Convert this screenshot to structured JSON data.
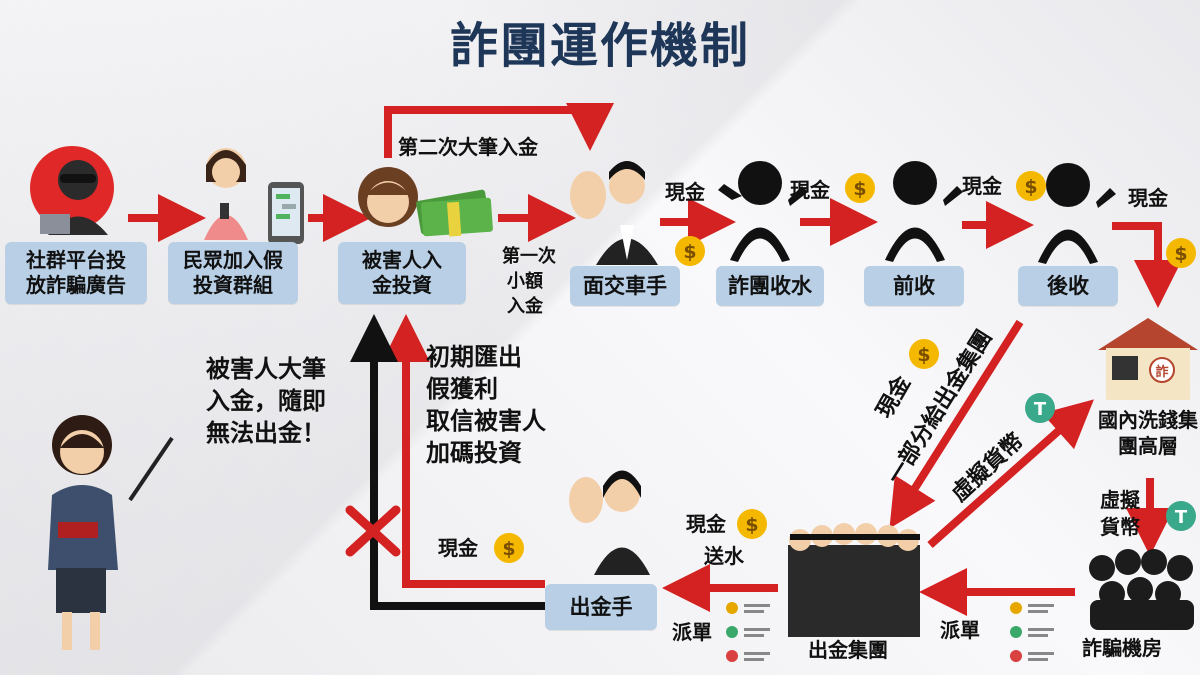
{
  "title": "詐團運作機制",
  "nodes": {
    "social_ad": "社群平台投放詐騙廣告",
    "fake_group": "民眾加入假投資群組",
    "victim": "被害人入金投資",
    "face_driver": "面交車手",
    "collect": "詐團收水",
    "front": "前收",
    "back": "後收",
    "laundry": "國內洗錢集團高層",
    "fraud_room": "詐騙機房",
    "withdraw_group": "出金集團",
    "withdrawer": "出金手"
  },
  "labels": {
    "second_deposit": "第二次大筆入金",
    "first_small_1": "第一次",
    "first_small_2": "小額",
    "first_small_3": "入金",
    "cash": "現金",
    "cash_part": "現金",
    "part_to_group": "一部分給出金集團",
    "virtual_currency": "虛擬貨幣",
    "virtual_1": "虛擬",
    "virtual_2": "貨幣",
    "dispatch": "派單",
    "send_water": "送水",
    "early_1": "初期匯出",
    "early_2": "假獲利",
    "early_3": "取信被害人",
    "early_4": "加碼投資",
    "big_1": "被害人大筆",
    "big_2": "入金，隨即",
    "big_3": "無法出金！"
  },
  "icons": [
    "hacker-icon",
    "phone-woman-icon",
    "chat-phone-icon",
    "victim-woman-icon",
    "money-stack-icon",
    "mask-man-icon",
    "shadow-figure-icon",
    "dollar-coin-icon",
    "house-icon",
    "tether-coin-icon",
    "call-center-icon",
    "suit-group-icon",
    "dispatch-list-icon",
    "teacher-icon",
    "mask-woman-icon"
  ],
  "colors": {
    "arrow": "#d42222",
    "node": "#b8cfe6",
    "title": "#1e3657",
    "coin": "#f5b800",
    "tether": "#3aa88a"
  }
}
